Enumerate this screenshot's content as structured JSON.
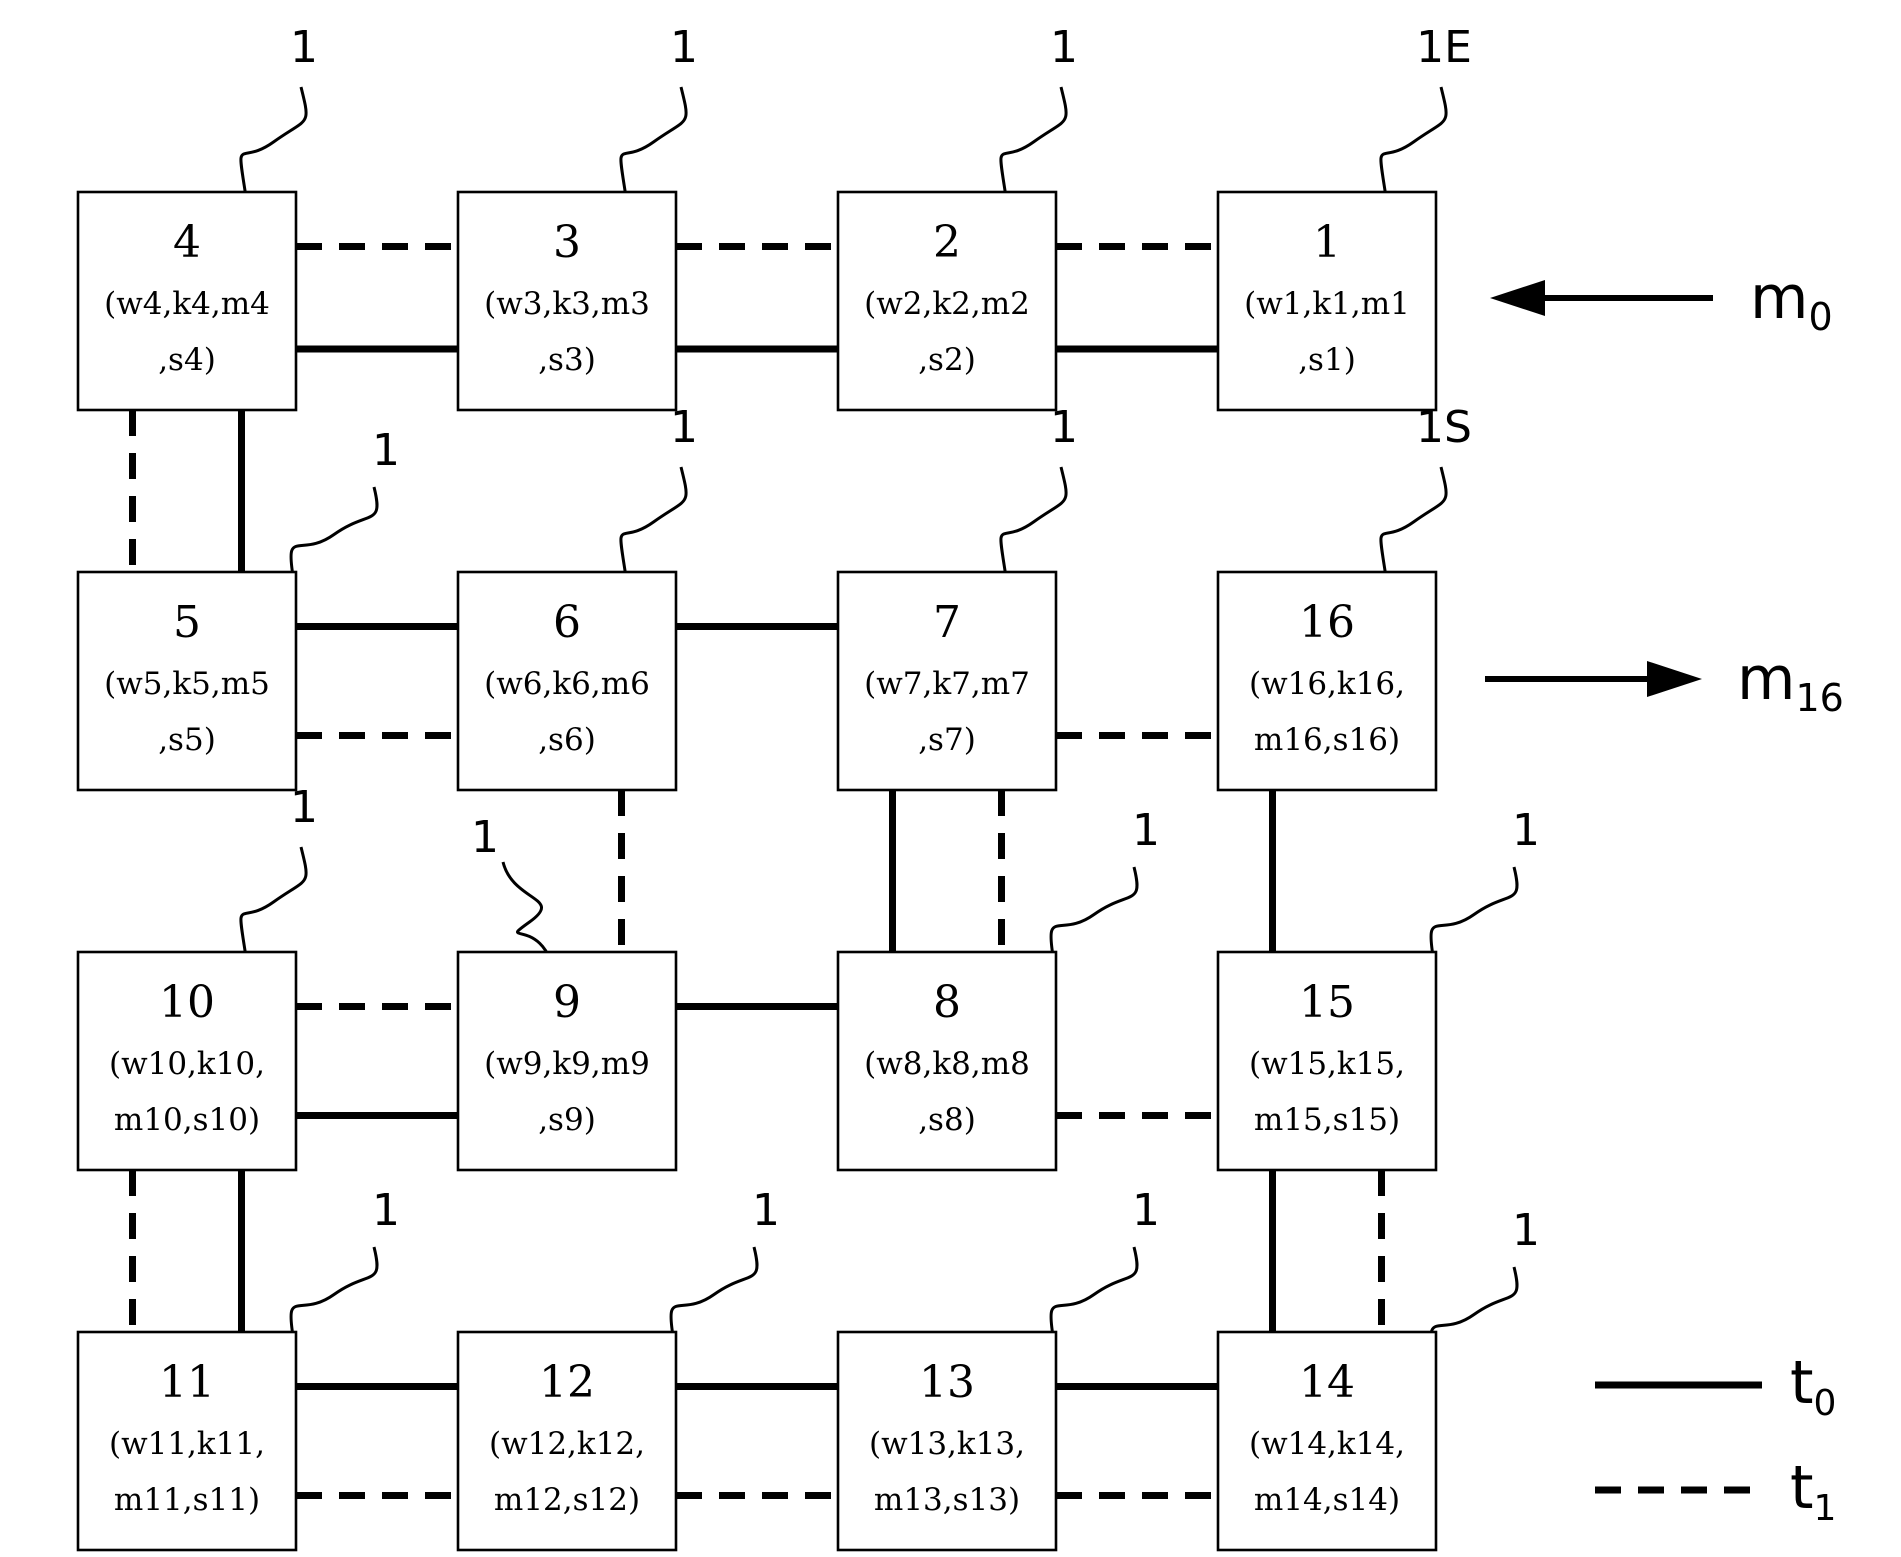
{
  "nodes": [
    {
      "number": "4",
      "param_line1": "(w4,k4,m4",
      "param_line2": ",s4)",
      "ref": "1"
    },
    {
      "number": "3",
      "param_line1": "(w3,k3,m3",
      "param_line2": ",s3)",
      "ref": "1"
    },
    {
      "number": "2",
      "param_line1": "(w2,k2,m2",
      "param_line2": ",s2)",
      "ref": "1"
    },
    {
      "number": "1",
      "param_line1": "(w1,k1,m1",
      "param_line2": ",s1)",
      "ref": "1E"
    },
    {
      "number": "5",
      "param_line1": "(w5,k5,m5",
      "param_line2": ",s5)",
      "ref": "1"
    },
    {
      "number": "6",
      "param_line1": "(w6,k6,m6",
      "param_line2": ",s6)",
      "ref": "1"
    },
    {
      "number": "7",
      "param_line1": "(w7,k7,m7",
      "param_line2": ",s7)",
      "ref": "1"
    },
    {
      "number": "16",
      "param_line1": "(w16,k16,",
      "param_line2": "m16,s16)",
      "ref": "1S"
    },
    {
      "number": "10",
      "param_line1": "(w10,k10,",
      "param_line2": "m10,s10)",
      "ref": "1"
    },
    {
      "number": "9",
      "param_line1": "(w9,k9,m9",
      "param_line2": ",s9)",
      "ref": "1"
    },
    {
      "number": "8",
      "param_line1": "(w8,k8,m8",
      "param_line2": ",s8)",
      "ref": "1"
    },
    {
      "number": "15",
      "param_line1": "(w15,k15,",
      "param_line2": "m15,s15)",
      "ref": "1"
    },
    {
      "number": "11",
      "param_line1": "(w11,k11,",
      "param_line2": "m11,s11)",
      "ref": "1"
    },
    {
      "number": "12",
      "param_line1": "(w12,k12,",
      "param_line2": "m12,s12)",
      "ref": "1"
    },
    {
      "number": "13",
      "param_line1": "(w13,k13,",
      "param_line2": "m13,s13)",
      "ref": "1"
    },
    {
      "number": "14",
      "param_line1": "(w14,k14,",
      "param_line2": "m14,s14)",
      "ref": "1"
    }
  ],
  "connections": [
    {
      "from": "4",
      "to": "3",
      "kind": "t0"
    },
    {
      "from": "4",
      "to": "3",
      "kind": "t1"
    },
    {
      "from": "3",
      "to": "2",
      "kind": "t0"
    },
    {
      "from": "3",
      "to": "2",
      "kind": "t1"
    },
    {
      "from": "2",
      "to": "1",
      "kind": "t0"
    },
    {
      "from": "2",
      "to": "1",
      "kind": "t1"
    },
    {
      "from": "4",
      "to": "5",
      "kind": "t0"
    },
    {
      "from": "4",
      "to": "5",
      "kind": "t1"
    },
    {
      "from": "5",
      "to": "6",
      "kind": "t0"
    },
    {
      "from": "5",
      "to": "6",
      "kind": "t1"
    },
    {
      "from": "6",
      "to": "7",
      "kind": "t0"
    },
    {
      "from": "6",
      "to": "9",
      "kind": "t1"
    },
    {
      "from": "7",
      "to": "16",
      "kind": "t1"
    },
    {
      "from": "7",
      "to": "8",
      "kind": "t0"
    },
    {
      "from": "7",
      "to": "8",
      "kind": "t1"
    },
    {
      "from": "16",
      "to": "15",
      "kind": "t0"
    },
    {
      "from": "10",
      "to": "9",
      "kind": "t0"
    },
    {
      "from": "10",
      "to": "9",
      "kind": "t1"
    },
    {
      "from": "9",
      "to": "8",
      "kind": "t0"
    },
    {
      "from": "8",
      "to": "15",
      "kind": "t1"
    },
    {
      "from": "10",
      "to": "11",
      "kind": "t0"
    },
    {
      "from": "10",
      "to": "11",
      "kind": "t1"
    },
    {
      "from": "15",
      "to": "14",
      "kind": "t0"
    },
    {
      "from": "15",
      "to": "14",
      "kind": "t1"
    },
    {
      "from": "11",
      "to": "12",
      "kind": "t0"
    },
    {
      "from": "11",
      "to": "12",
      "kind": "t1"
    },
    {
      "from": "12",
      "to": "13",
      "kind": "t0"
    },
    {
      "from": "12",
      "to": "13",
      "kind": "t1"
    },
    {
      "from": "13",
      "to": "14",
      "kind": "t0"
    },
    {
      "from": "13",
      "to": "14",
      "kind": "t1"
    }
  ],
  "input_label": "m0",
  "output_label": "m16",
  "legend": {
    "solid_label": "t0",
    "dashed_label": "t1"
  }
}
